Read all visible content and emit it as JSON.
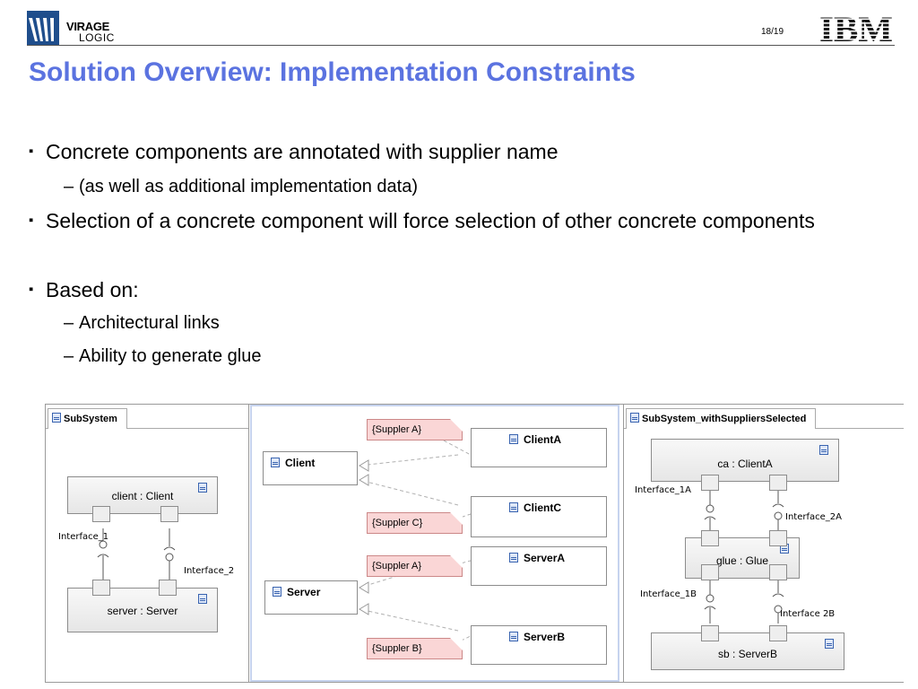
{
  "header": {
    "company_line1": "VIRAGE",
    "company_line2": "LOGIC",
    "page_number": "18/19",
    "partner_logo": "IBM"
  },
  "title": "Solution Overview: Implementation Constraints",
  "bullets": [
    {
      "text": "Concrete components are annotated with supplier name",
      "sub": [
        "(as well as additional implementation data)"
      ]
    },
    {
      "text": "Selection of a concrete component will force selection of other concrete components",
      "sub": []
    },
    {
      "text": "Based on:",
      "sub": [
        "Architectural links",
        "Ability to generate glue"
      ]
    }
  ],
  "figure": {
    "left_panel": {
      "tab": "SubSystem",
      "top_box": "client : Client",
      "bottom_box": "server : Server",
      "interface_1": "Interface_1",
      "interface_2": "Interface_2"
    },
    "middle_panel": {
      "client": "Client",
      "server": "Server",
      "client_a": "ClientA",
      "client_c": "ClientC",
      "server_a": "ServerA",
      "server_b": "ServerB",
      "note_a": "{Suppler A}",
      "note_c": "{Suppler C}",
      "note_sa": "{Suppler A}",
      "note_sb": "{Suppler B}"
    },
    "right_panel": {
      "tab": "SubSystem_withSuppliersSelected",
      "box_ca": "ca : ClientA",
      "box_glue": "glue : Glue",
      "box_sb": "sb : ServerB",
      "interface_1a": "Interface_1A",
      "interface_2a": "Interface_2A",
      "interface_1b": "Interface_1B",
      "interface_2b": "Interface 2B"
    },
    "colors": {
      "note_fill": "#fad6d6",
      "title_blue": "#5b73e0",
      "component_icon": "#3a64b0"
    }
  }
}
